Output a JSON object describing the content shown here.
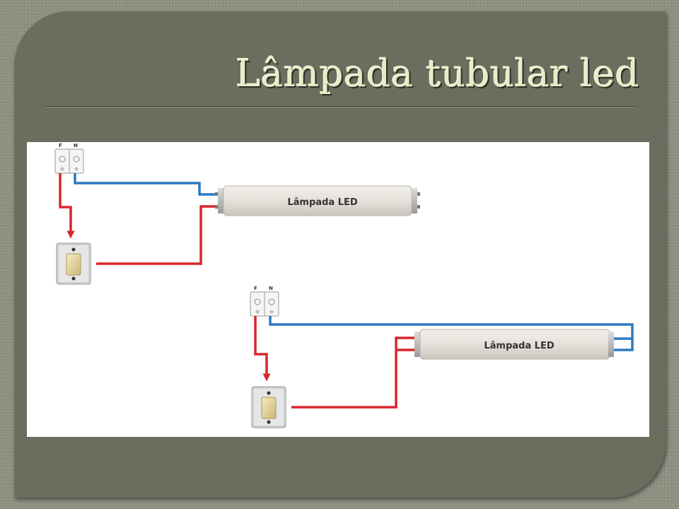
{
  "slide": {
    "title": "Lâmpada tubular led"
  },
  "diagram": {
    "circuits": [
      {
        "terminal_labels": {
          "phase": "F",
          "neutral": "N"
        },
        "lamp_label": "Lâmpada LED"
      },
      {
        "terminal_labels": {
          "phase": "F",
          "neutral": "N"
        },
        "lamp_label": "Lâmpada LED"
      }
    ],
    "colors": {
      "phase_wire": "#d9262d",
      "neutral_wire": "#2b79c2",
      "tube_body": "#e5e1db",
      "switch_plate": "#cfcfcf",
      "switch_key": "#efe2a6"
    }
  }
}
